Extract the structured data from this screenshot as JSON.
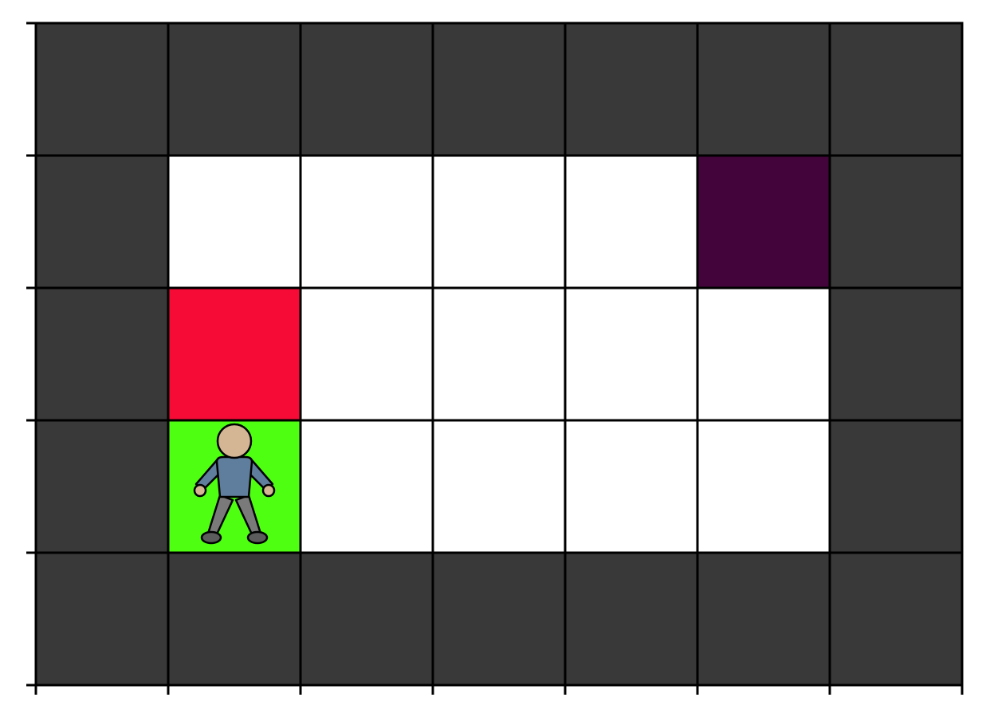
{
  "grid": {
    "rows": 5,
    "cols": 7,
    "cells": [
      [
        "wall",
        "wall",
        "wall",
        "wall",
        "wall",
        "wall",
        "wall"
      ],
      [
        "wall",
        "floor",
        "floor",
        "floor",
        "floor",
        "goal",
        "wall"
      ],
      [
        "wall",
        "hazard",
        "floor",
        "floor",
        "floor",
        "floor",
        "wall"
      ],
      [
        "wall",
        "start",
        "floor",
        "floor",
        "floor",
        "floor",
        "wall"
      ],
      [
        "wall",
        "wall",
        "wall",
        "wall",
        "wall",
        "wall",
        "wall"
      ]
    ]
  },
  "agent": {
    "row": 3,
    "col": 1,
    "icon": "person-icon"
  },
  "colors": {
    "wall": "#393939",
    "floor": "#ffffff",
    "goal": "#42043a",
    "hazard": "#f50b36",
    "start": "#4fff12",
    "grid_line": "#000000",
    "agent_skin": "#d4b594",
    "agent_shirt": "#5f7d9c",
    "agent_pants": "#7a7a7a",
    "agent_shoes": "#5c5c5c"
  }
}
